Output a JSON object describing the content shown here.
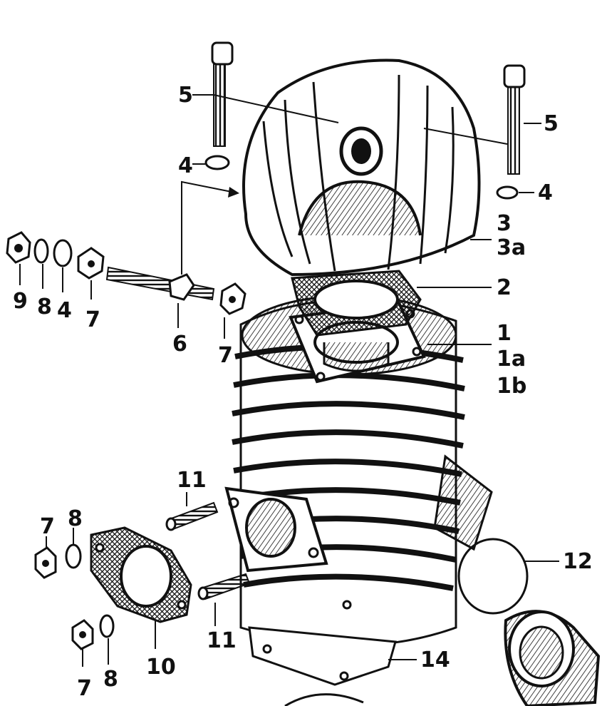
{
  "callouts": {
    "c1": "1",
    "c1a": "1a",
    "c1b": "1b",
    "c2": "2",
    "c3": "3",
    "c3a": "3a",
    "c4_left": "4",
    "c4_right": "4",
    "c4_row": "4",
    "c5_left": "5",
    "c5_right": "5",
    "c6": "6",
    "c7_row_a": "7",
    "c7_row_b": "7",
    "c7_bottom_a": "7",
    "c7_bottom_b": "7",
    "c8_row": "8",
    "c8_bottom_a": "8",
    "c8_bottom_b": "8",
    "c9": "9",
    "c10": "10",
    "c11_top": "11",
    "c11_bottom": "11",
    "c12": "12",
    "c14": "14"
  }
}
